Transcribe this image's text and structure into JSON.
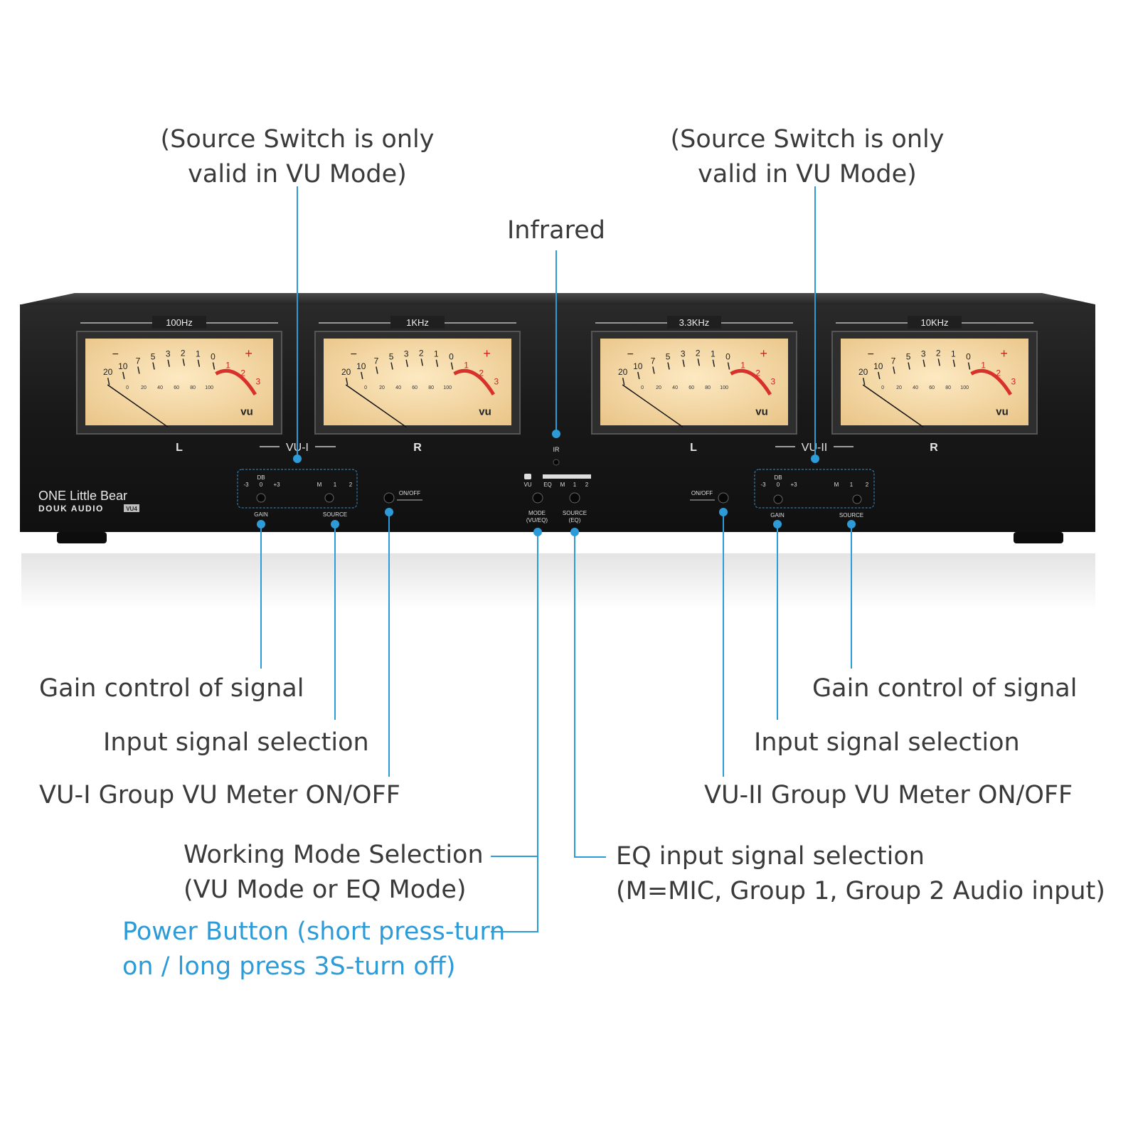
{
  "device": {
    "brand_line1": "ONE Little Bear",
    "brand_line2": "DOUK AUDIO",
    "model_badge": "VU4",
    "group1_label": "VU-I",
    "group2_label": "VU-II",
    "ir_label": "IR",
    "meters": [
      {
        "band": "100Hz",
        "channel": "L",
        "needle_db": -20
      },
      {
        "band": "1KHz",
        "channel": "R",
        "needle_db": -20
      },
      {
        "band": "3.3KHz",
        "channel": "L",
        "needle_db": -20
      },
      {
        "band": "10KHz",
        "channel": "R",
        "needle_db": -20
      }
    ],
    "meter_face": {
      "minus": "−",
      "plus": "+",
      "unit": "vu",
      "scale_black": [
        "20",
        "10",
        "7",
        "5",
        "3",
        "2",
        "1",
        "0"
      ],
      "scale_red": [
        "1",
        "2",
        "3"
      ],
      "scale_inner": [
        "0",
        "20",
        "40",
        "60",
        "80",
        "100"
      ]
    },
    "controls": {
      "db_label": "DB",
      "gain_marks": [
        "-3",
        "0",
        "+3"
      ],
      "gain_label": "GAIN",
      "source_marks": [
        "M",
        "1",
        "2"
      ],
      "source_label": "SOURCE",
      "onoff_label": "ON/OFF",
      "mode_marks": [
        "VU",
        "EQ"
      ],
      "mode_label_1": "MODE",
      "mode_label_2": "(VU/EQ)",
      "eq_source_marks": [
        "M",
        "1",
        "2"
      ],
      "eq_source_label_1": "SOURCE",
      "eq_source_label_2": "(EQ)"
    }
  },
  "annotations": {
    "source_switch_left": [
      "(Source Switch is only",
      "valid in VU Mode)"
    ],
    "source_switch_right": [
      "(Source Switch is only",
      "valid in VU Mode)"
    ],
    "infrared": "Infrared",
    "gain_left": "Gain control of signal",
    "input_left": "Input signal selection",
    "onoff_left": "VU-I Group VU Meter ON/OFF",
    "gain_right": "Gain control of signal",
    "input_right": "Input signal selection",
    "onoff_right": "VU-II Group VU Meter ON/OFF",
    "working_mode": [
      "Working Mode Selection",
      "(VU Mode or EQ Mode)"
    ],
    "power_button": [
      "Power Button (short press-turn",
      "on / long press 3S-turn off)"
    ],
    "eq_input": [
      "EQ input signal selection",
      "(M=MIC, Group 1, Group 2 Audio input)"
    ]
  },
  "colors": {
    "accent_blue": "#2d9bd8",
    "chassis": "#1b1b1b",
    "meter_face": "#f3d9a6",
    "meter_red": "#d8302a",
    "text_gray": "#3a3a3a"
  }
}
